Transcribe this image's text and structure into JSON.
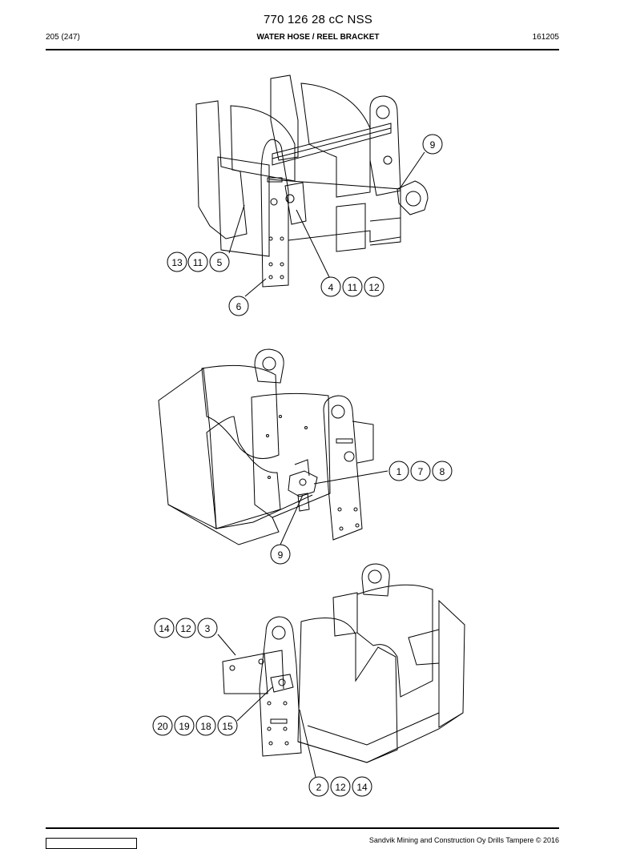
{
  "header": {
    "document_number": "770 126 28 cC NSS",
    "page_ref": "205 (247)",
    "section_title": "WATER HOSE / REEL BRACKET",
    "date_code": "161205"
  },
  "callouts": {
    "view1": {
      "c9": "9",
      "c13": "13",
      "c11a": "11",
      "c5": "5",
      "c4": "4",
      "c11b": "11",
      "c12": "12",
      "c6": "6"
    },
    "view2": {
      "c1": "1",
      "c7": "7",
      "c8": "8",
      "c9": "9"
    },
    "view3": {
      "c14a": "14",
      "c12a": "12",
      "c3": "3",
      "c20": "20",
      "c19": "19",
      "c18": "18",
      "c15": "15",
      "c2": "2",
      "c12b": "12",
      "c14b": "14"
    }
  },
  "footer": {
    "copyright": "Sandvik Mining and Construction Oy Drills Tampere © 2016",
    "logo": "sandvik-logo"
  }
}
